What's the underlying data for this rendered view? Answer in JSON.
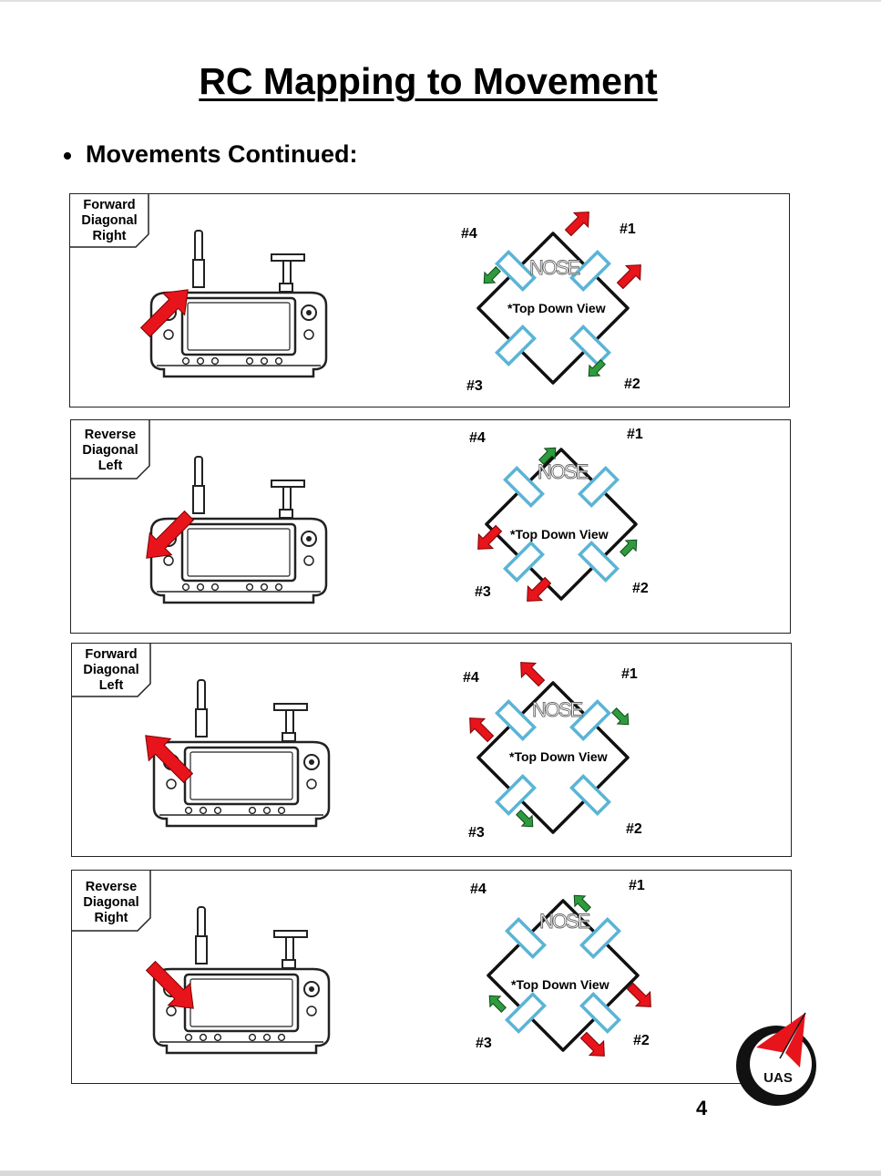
{
  "page": {
    "title": "RC Mapping to Movement",
    "section_heading": "Movements Continued:",
    "page_number": "4"
  },
  "panels": [
    {
      "tab": [
        "Forward",
        "Diagonal",
        "Right"
      ],
      "labels": {
        "m1": "#1",
        "m2": "#2",
        "m3": "#3",
        "m4": "#4"
      },
      "nose": "NOSE",
      "view": "*Top Down View"
    },
    {
      "tab": [
        "Reverse",
        "Diagonal",
        "Left"
      ],
      "labels": {
        "m1": "#1",
        "m2": "#2",
        "m3": "#3",
        "m4": "#4"
      },
      "nose": "NOSE",
      "view": "*Top Down View"
    },
    {
      "tab": [
        "Forward",
        "Diagonal",
        "Left"
      ],
      "labels": {
        "m1": "#1",
        "m2": "#2",
        "m3": "#3",
        "m4": "#4"
      },
      "nose": "NOSE",
      "view": "*Top Down View"
    },
    {
      "tab": [
        "Reverse",
        "Diagonal",
        "Right"
      ],
      "labels": {
        "m1": "#1",
        "m2": "#2",
        "m3": "#3",
        "m4": "#4"
      },
      "nose": "NOSE",
      "view": "*Top Down View"
    }
  ],
  "logo": {
    "text": "UAS"
  },
  "colors": {
    "increase_arrow": "#e8141b",
    "decrease_arrow": "#2e9b3e",
    "motor": "#5ab4d6"
  }
}
